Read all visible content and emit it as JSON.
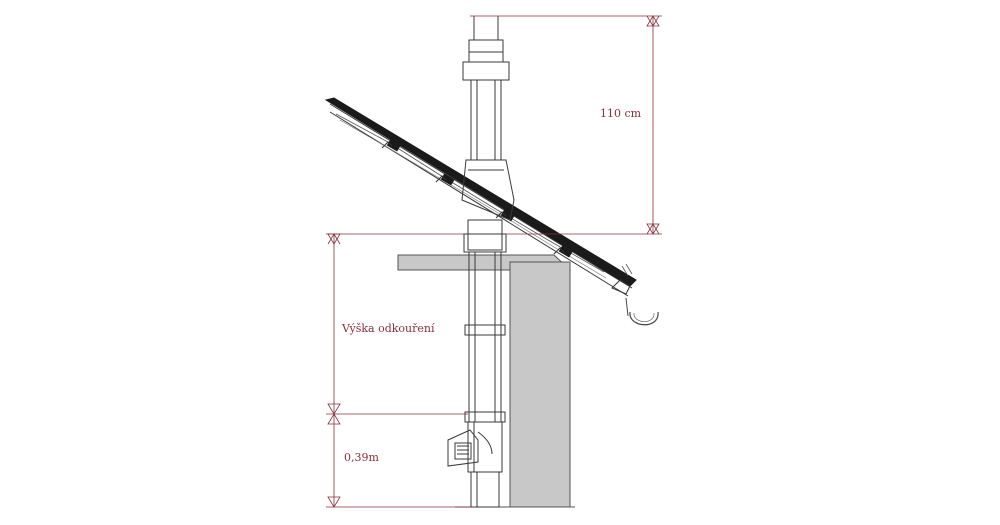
{
  "labels": {
    "top_height": "110 cm",
    "draft_height": "Výška odkouření",
    "bottom_height": "0,39m"
  },
  "colors": {
    "dimension": "#8a2f3a",
    "line": "#3a3a3a",
    "wall": "#c8c8c8",
    "tile": "#1a1a1a"
  }
}
